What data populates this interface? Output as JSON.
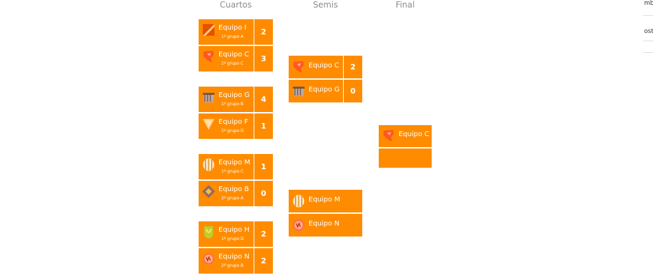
{
  "rounds": {
    "quarters": "Cuartos",
    "semis": "Semis",
    "final": "Final"
  },
  "quarters": [
    {
      "team": "Equipo I",
      "sub": "1º grupo A",
      "score": "2",
      "crest": "crest-icon-i"
    },
    {
      "team": "Equipo C",
      "sub": "2º grupo C",
      "score": "3",
      "crest": "crest-icon-c"
    },
    {
      "team": "Equipo G",
      "sub": "1º grupo B",
      "score": "4",
      "crest": "crest-icon-g"
    },
    {
      "team": "Equipo F",
      "sub": "2º grupo D",
      "score": "1",
      "crest": "crest-icon-f"
    },
    {
      "team": "Equipo M",
      "sub": "1º grupo C",
      "score": "1",
      "crest": "crest-icon-m"
    },
    {
      "team": "Equipo B",
      "sub": "2º grupo A",
      "score": "0",
      "crest": "crest-icon-b"
    },
    {
      "team": "Equipo H",
      "sub": "1º grupo D",
      "score": "2",
      "crest": "crest-icon-h"
    },
    {
      "team": "Equipo N",
      "sub": "2º grupo B",
      "score": "2",
      "crest": "crest-icon-n"
    }
  ],
  "semis": [
    {
      "team": "Equipo C",
      "score": "2",
      "crest": "crest-icon-c"
    },
    {
      "team": "Equipo G",
      "score": "0",
      "crest": "crest-icon-g"
    },
    {
      "team": "Equipo M",
      "score": "",
      "crest": "crest-icon-m"
    },
    {
      "team": "Equipo N",
      "score": "",
      "crest": "crest-icon-n"
    }
  ],
  "final": [
    {
      "team": "Equipo C",
      "crest": "crest-icon-c"
    },
    {
      "team": "",
      "crest": ""
    }
  ],
  "edge_panel": {
    "fragment_top": "mb",
    "fragment_mid": "ost"
  },
  "colors": {
    "slot_bg": "#ff8c00",
    "slot_text": "#ffffff",
    "header_text": "#8c8c8c"
  }
}
